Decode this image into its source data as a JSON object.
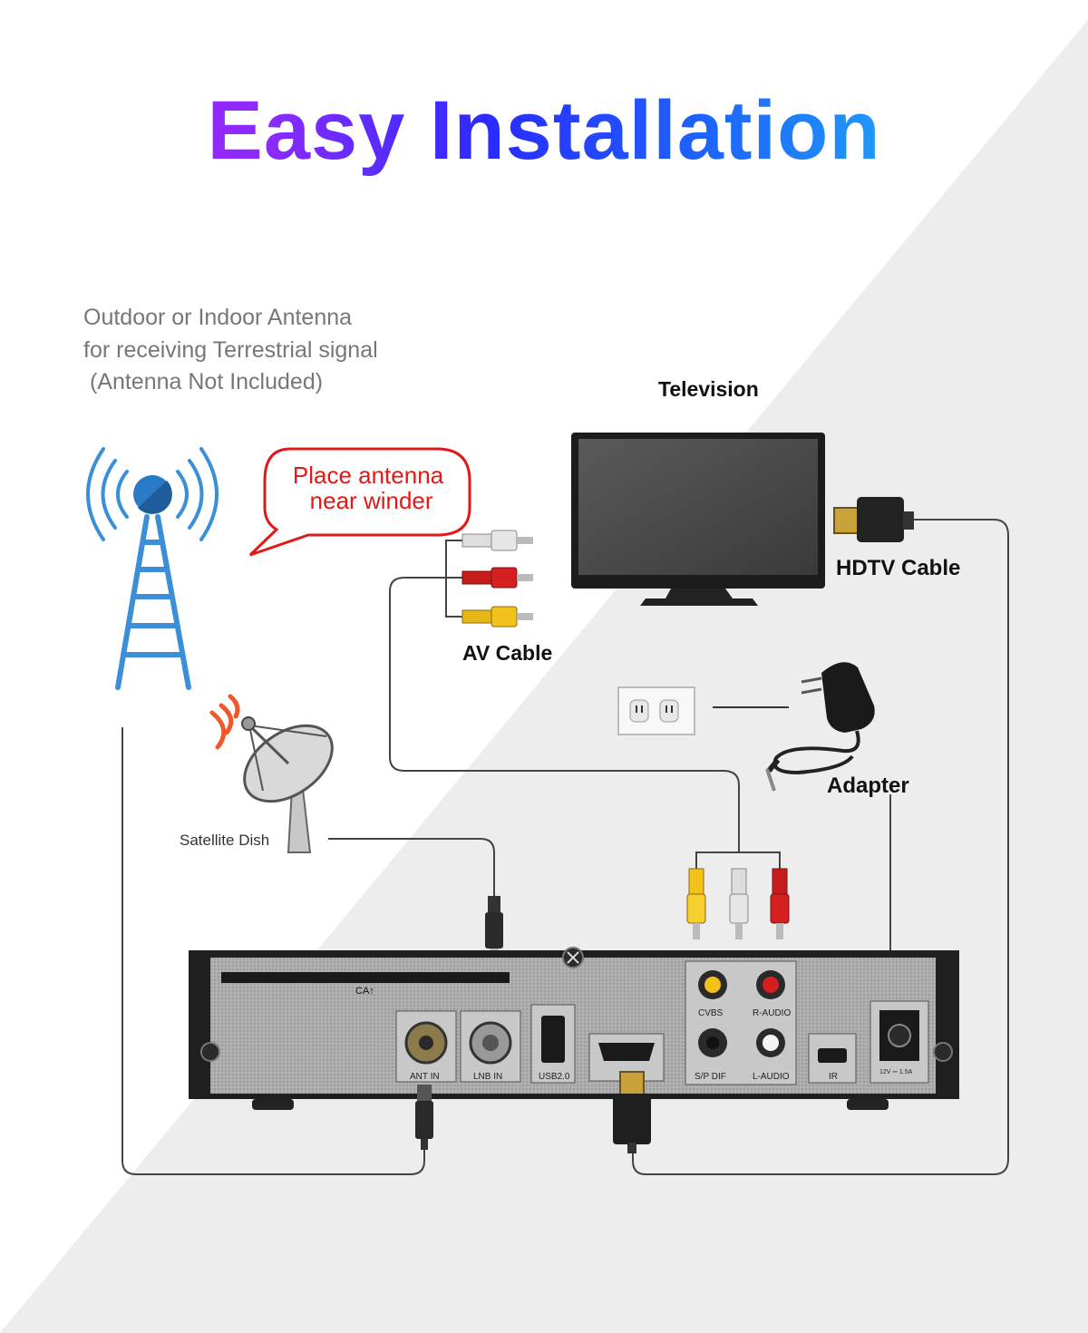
{
  "title": "Easy Installation",
  "antenna_note": "Outdoor or Indoor Antenna\nfor receiving Terrestrial signal\n (Antenna Not Included)",
  "callout": "Place antenna\n near winder",
  "labels": {
    "television": "Television",
    "hdtv_cable": "HDTV Cable",
    "av_cable": "AV Cable",
    "adapter": "Adapter",
    "satellite_dish": "Satellite Dish"
  },
  "ports": {
    "ca_slot": "CA↑",
    "ant_in": "ANT IN",
    "lnb_in": "LNB IN",
    "usb": "USB2.0",
    "cvbs": "CVBS",
    "r_audio": "R-AUDIO",
    "spdif": "S/P DIF",
    "l_audio": "L-AUDIO",
    "ir": "IR",
    "power": "12V ⎓ 1.5A"
  },
  "colors": {
    "title_gradient": [
      "#b21bff",
      "#2a2bff",
      "#22d6f0"
    ],
    "callout_red": "#e01919",
    "tower_blue": "#3a8fd8",
    "rca_yellow": "#f2c21a",
    "rca_red": "#d81c1c",
    "rca_white": "#d8d8d8"
  },
  "icons": [
    "tower-icon",
    "satellite-dish-icon",
    "television-icon",
    "hdmi-cable-icon",
    "rca-cable-icon",
    "wall-outlet-icon",
    "power-adapter-icon",
    "set-top-box-icon"
  ]
}
